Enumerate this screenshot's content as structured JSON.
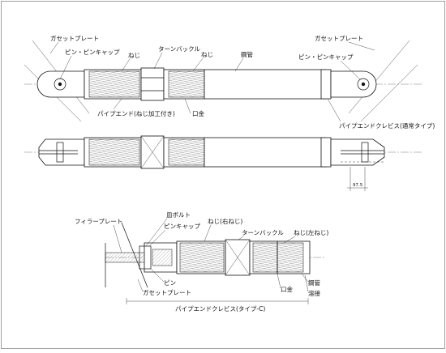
{
  "labels": {
    "gusset_plate_left": "ガセットプレート",
    "gusset_plate_right": "ガセットプレート",
    "pin_cap_left": "ピン・ピンキャップ",
    "pin_cap_right": "ピン・ピンキャップ",
    "screw_left": "ねじ",
    "turnbuckle": "ターンバックル",
    "screw_mid": "ねじ",
    "steel_pipe": "鋼管",
    "pipe_end_threaded": "パイプエンド(ねじ加工付き)",
    "mouthpiece": "口金",
    "pipe_end_clevis_normal": "パイプエンドクレビス(通常タイプ)",
    "dim_value": "97.5"
  },
  "detail": {
    "filler_plate": "フィラープレート",
    "flat_bolt": "皿ボルト",
    "pin_cap": "ピンキャップ",
    "screw_right_hand": "ねじ(右ねじ)",
    "turnbuckle": "ターンバックル",
    "screw_left_hand": "ねじ(左ねじ)",
    "pin": "ピン",
    "gusset_plate": "ガセットプレート",
    "mouthpiece": "口金",
    "steel_pipe": "鋼管",
    "weld": "溶接",
    "caption": "パイプエンドクレビス(タイプ-C)"
  }
}
